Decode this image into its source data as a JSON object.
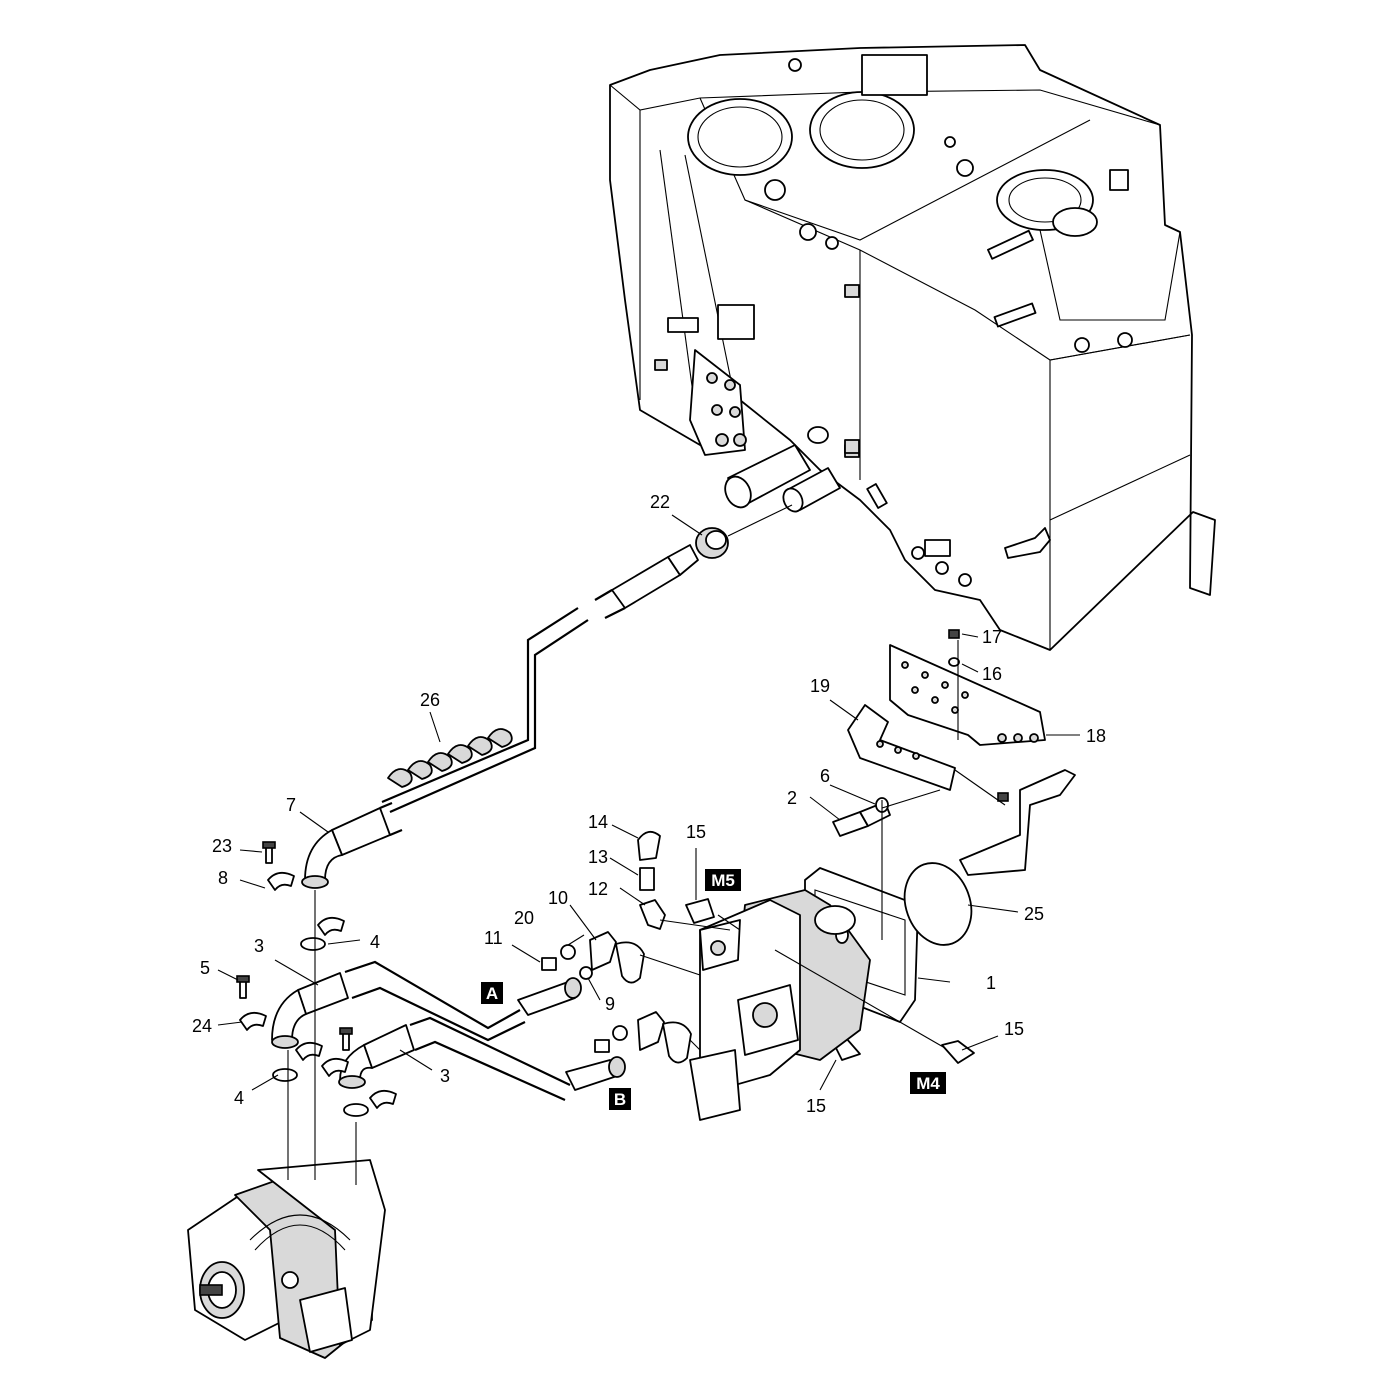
{
  "callouts": [
    {
      "id": "c1",
      "label": "1"
    },
    {
      "id": "c2",
      "label": "2"
    },
    {
      "id": "c3a",
      "label": "3"
    },
    {
      "id": "c3b",
      "label": "3"
    },
    {
      "id": "c4a",
      "label": "4"
    },
    {
      "id": "c4b",
      "label": "4"
    },
    {
      "id": "c5",
      "label": "5"
    },
    {
      "id": "c6",
      "label": "6"
    },
    {
      "id": "c7",
      "label": "7"
    },
    {
      "id": "c8",
      "label": "8"
    },
    {
      "id": "c9",
      "label": "9"
    },
    {
      "id": "c10",
      "label": "10"
    },
    {
      "id": "c11",
      "label": "11"
    },
    {
      "id": "c12",
      "label": "12"
    },
    {
      "id": "c13",
      "label": "13"
    },
    {
      "id": "c14",
      "label": "14"
    },
    {
      "id": "c15a",
      "label": "15"
    },
    {
      "id": "c15b",
      "label": "15"
    },
    {
      "id": "c15c",
      "label": "15"
    },
    {
      "id": "c16",
      "label": "16"
    },
    {
      "id": "c17",
      "label": "17"
    },
    {
      "id": "c18",
      "label": "18"
    },
    {
      "id": "c19",
      "label": "19"
    },
    {
      "id": "c20",
      "label": "20"
    },
    {
      "id": "c22",
      "label": "22"
    },
    {
      "id": "c23",
      "label": "23"
    },
    {
      "id": "c24",
      "label": "24"
    },
    {
      "id": "c25",
      "label": "25"
    },
    {
      "id": "c26",
      "label": "26"
    }
  ],
  "badges": [
    {
      "id": "bA",
      "label": "A"
    },
    {
      "id": "bB",
      "label": "B"
    },
    {
      "id": "bM4",
      "label": "M4"
    },
    {
      "id": "bM5",
      "label": "M5"
    }
  ]
}
